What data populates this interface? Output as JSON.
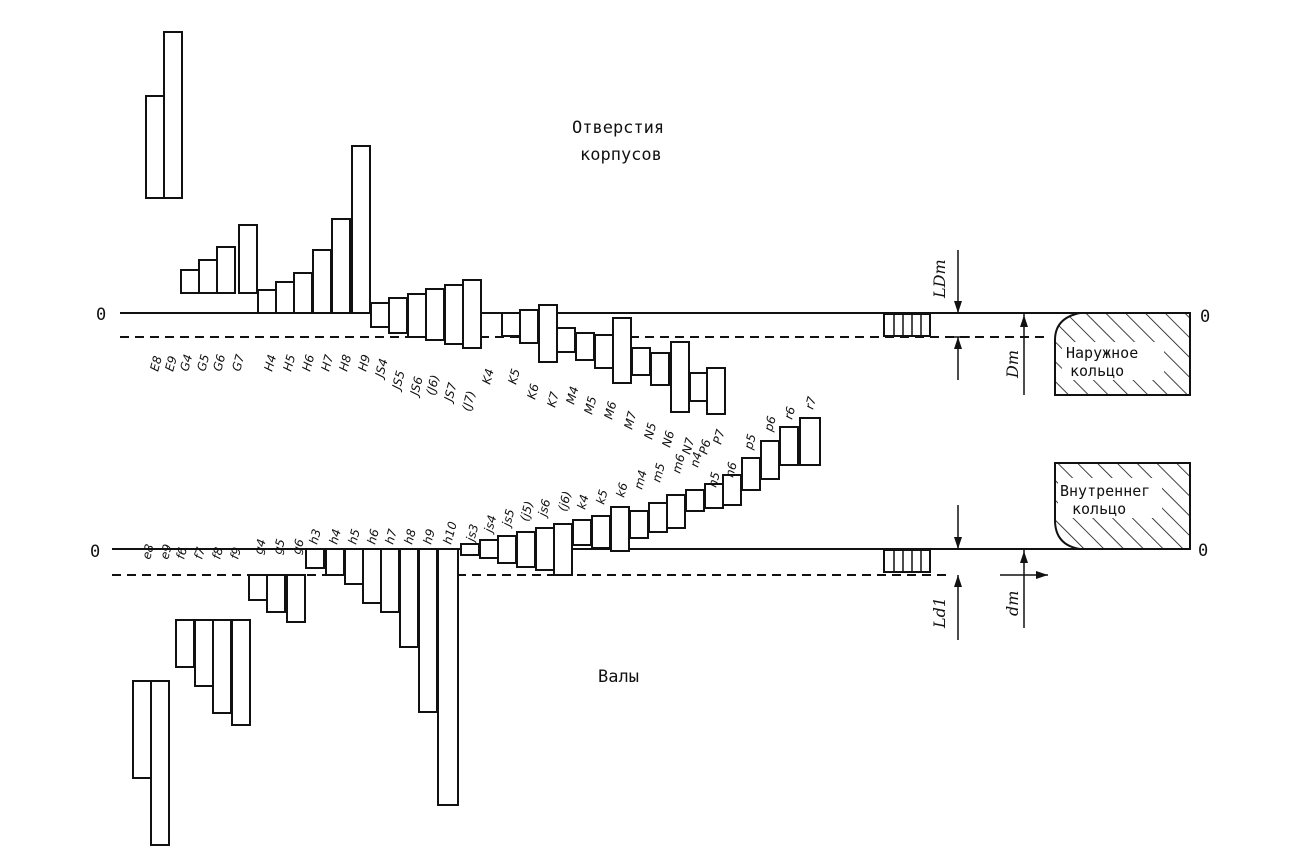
{
  "titles": {
    "housing_line1": "Отверстия",
    "housing_line2": "корпусов",
    "shafts": "Валы"
  },
  "rings": {
    "outer_line1": "Наружное",
    "outer_line2": "кольцо",
    "inner_line1": "Внутреннег",
    "inner_line2": "кольцо"
  },
  "zeros": {
    "top_left": "0",
    "top_right": "0",
    "bottom_left": "0",
    "bottom_right": "0"
  },
  "dims": {
    "delta_D": "LDm",
    "D": "Dm",
    "delta_d": "Ld1",
    "d": "dm"
  },
  "housing_labels": [
    "E8",
    "E9",
    "G4",
    "G5",
    "G6",
    "G7",
    "H4",
    "H5",
    "H6",
    "H7",
    "H8",
    "H9",
    "JS4",
    "JS5",
    "JS6",
    "(J6)",
    "JS7",
    "(J7)",
    "K4",
    "K5",
    "K6",
    "K7",
    "M4",
    "M5",
    "M6",
    "M7",
    "N5",
    "N6",
    "N7",
    "P6",
    "P7"
  ],
  "shaft_labels": [
    "e8",
    "e9",
    "f6",
    "f7",
    "f8",
    "f9",
    "g4",
    "g5",
    "g6",
    "h3",
    "h4",
    "h5",
    "h6",
    "h7",
    "h8",
    "h9",
    "h10",
    "js3",
    "js4",
    "js5",
    "(j5)",
    "js6",
    "(j6)",
    "k4",
    "k5",
    "k6",
    "m4",
    "m5",
    "m6",
    "n4",
    "n5",
    "n6",
    "p5",
    "p6",
    "r6",
    "r7"
  ]
}
